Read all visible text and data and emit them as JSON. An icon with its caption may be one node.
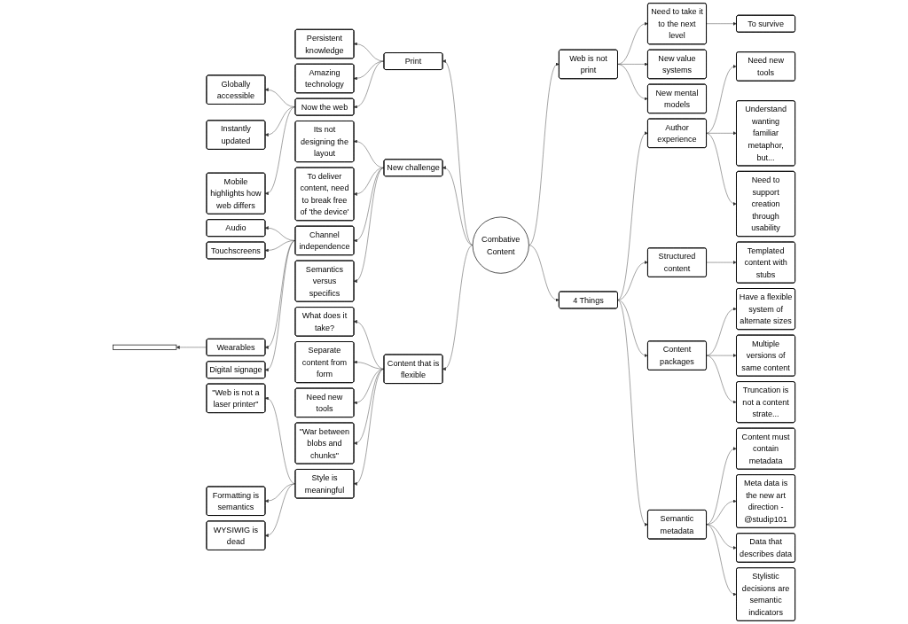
{
  "diagram": {
    "nodes": [
      {
        "text": [
          "Combative Content"
        ]
      },
      {
        "text": [
          "Print"
        ]
      },
      {
        "text": [
          "Persistent knowledge"
        ]
      },
      {
        "text": [
          "Amazing technology"
        ]
      },
      {
        "text": [
          "Now the web"
        ]
      },
      {
        "text": [
          "Globally accessible"
        ]
      },
      {
        "text": [
          "Instantly updated"
        ]
      },
      {
        "text": [
          "Mobile highlights how web differs"
        ]
      },
      {
        "text": [
          "Web is not print"
        ]
      },
      {
        "text": [
          "Need to take it to the next level"
        ]
      },
      {
        "text": [
          "To survive"
        ]
      },
      {
        "text": [
          "New value systems"
        ]
      },
      {
        "text": [
          "New mental models"
        ]
      },
      {
        "text": [
          "New challenge"
        ]
      },
      {
        "text": [
          "Its not designing the layout"
        ]
      },
      {
        "text": [
          "To deliver content, need to break free of 'the device'"
        ]
      },
      {
        "text": [
          "Channel independence"
        ]
      },
      {
        "text": [
          "Audio"
        ]
      },
      {
        "text": [
          "Touchscreens"
        ]
      },
      {
        "text": [
          "Wearables"
        ]
      },
      {
        "text": [
          "Digital signage"
        ]
      },
      {
        "text": [],
        "shape": "box"
      },
      {
        "text": [
          "Semantics versus specifics"
        ]
      },
      {
        "text": [
          "Content that is flexible"
        ]
      },
      {
        "text": [
          "What does it take?"
        ]
      },
      {
        "text": [
          "Separate content from form"
        ]
      },
      {
        "text": [
          "Need new tools"
        ]
      },
      {
        "text": [
          "\"War between blobs and chunks\""
        ]
      },
      {
        "text": [
          "Style is meaningful"
        ]
      },
      {
        "text": [
          "\"Web is not a laser printer\""
        ]
      },
      {
        "text": [
          "Formatting is semantics"
        ]
      },
      {
        "text": [
          "WYSIWIG is dead"
        ]
      },
      {
        "text": [
          "4 Things"
        ]
      },
      {
        "text": [
          "Author experience"
        ]
      },
      {
        "text": [
          "Need new tools"
        ]
      },
      {
        "text": [
          "Understand wanting familiar metaphor, but..."
        ]
      },
      {
        "text": [
          "Need to support creation through usability"
        ]
      },
      {
        "text": [
          "Structured content"
        ]
      },
      {
        "text": [
          "Templated content with stubs"
        ]
      },
      {
        "text": [
          "Content packages"
        ]
      },
      {
        "text": [
          "Have a flexible system of alternate sizes"
        ]
      },
      {
        "text": [
          "Multiple versions of same content"
        ]
      },
      {
        "text": [
          "Truncation is not a content strate..."
        ]
      },
      {
        "text": [
          "Semantic metadata"
        ]
      },
      {
        "text": [
          "Content must contain metadata"
        ]
      },
      {
        "text": [
          "Meta data is the new art direction - @studip101"
        ]
      },
      {
        "text": [
          "Data that describes data"
        ]
      },
      {
        "text": [
          "Stylistic decisions are semantic indicators"
        ]
      }
    ],
    "edges": [
      {
        "from": 0,
        "to": 1,
        "arrow": "to"
      },
      {
        "from": 1,
        "to": 2,
        "arrow": "to"
      },
      {
        "from": 1,
        "to": 3,
        "arrow": "to"
      },
      {
        "from": 1,
        "to": 4,
        "arrow": "to"
      },
      {
        "from": 4,
        "to": 5,
        "arrow": "to"
      },
      {
        "from": 4,
        "to": 6,
        "arrow": "to"
      },
      {
        "from": 4,
        "to": 7,
        "arrow": "to"
      },
      {
        "from": 0,
        "to": 8,
        "arrow": "to"
      },
      {
        "from": 8,
        "to": 9,
        "arrow": "to"
      },
      {
        "from": 9,
        "to": 10,
        "arrow": "to"
      },
      {
        "from": 8,
        "to": 11,
        "arrow": "to"
      },
      {
        "from": 8,
        "to": 12,
        "arrow": "to"
      },
      {
        "from": 0,
        "to": 13,
        "arrow": "to"
      },
      {
        "from": 13,
        "to": 14,
        "arrow": "to"
      },
      {
        "from": 13,
        "to": 15,
        "arrow": "to"
      },
      {
        "from": 13,
        "to": 16,
        "arrow": "to"
      },
      {
        "from": 16,
        "to": 17,
        "arrow": "to"
      },
      {
        "from": 16,
        "to": 18,
        "arrow": "to"
      },
      {
        "from": 16,
        "to": 19,
        "arrow": "to"
      },
      {
        "from": 16,
        "to": 20,
        "arrow": "to"
      },
      {
        "from": 19,
        "to": 21,
        "arrow": "to"
      },
      {
        "from": 13,
        "to": 22,
        "arrow": "to"
      },
      {
        "from": 0,
        "to": 23,
        "arrow": "to"
      },
      {
        "from": 23,
        "to": 24,
        "arrow": "to"
      },
      {
        "from": 23,
        "to": 25,
        "arrow": "to"
      },
      {
        "from": 23,
        "to": 26,
        "arrow": "to"
      },
      {
        "from": 23,
        "to": 27,
        "arrow": "to"
      },
      {
        "from": 23,
        "to": 28,
        "arrow": "to"
      },
      {
        "from": 28,
        "to": 29,
        "arrow": "to"
      },
      {
        "from": 28,
        "to": 30,
        "arrow": "to"
      },
      {
        "from": 28,
        "to": 31,
        "arrow": "to"
      },
      {
        "from": 0,
        "to": 32,
        "arrow": "to"
      },
      {
        "from": 32,
        "to": 33,
        "arrow": "to"
      },
      {
        "from": 33,
        "to": 34,
        "arrow": "to"
      },
      {
        "from": 33,
        "to": 35,
        "arrow": "to"
      },
      {
        "from": 33,
        "to": 36,
        "arrow": "to"
      },
      {
        "from": 32,
        "to": 37,
        "arrow": "to"
      },
      {
        "from": 37,
        "to": 38,
        "arrow": "to"
      },
      {
        "from": 32,
        "to": 39,
        "arrow": "to"
      },
      {
        "from": 39,
        "to": 40,
        "arrow": "to"
      },
      {
        "from": 39,
        "to": 41,
        "arrow": "to"
      },
      {
        "from": 39,
        "to": 42,
        "arrow": "to"
      },
      {
        "from": 32,
        "to": 43,
        "arrow": "to"
      },
      {
        "from": 43,
        "to": 44,
        "arrow": "to"
      },
      {
        "from": 43,
        "to": 45,
        "arrow": "to"
      },
      {
        "from": 43,
        "to": 46,
        "arrow": "to"
      },
      {
        "from": 43,
        "to": 47,
        "arrow": "to"
      }
    ]
  }
}
